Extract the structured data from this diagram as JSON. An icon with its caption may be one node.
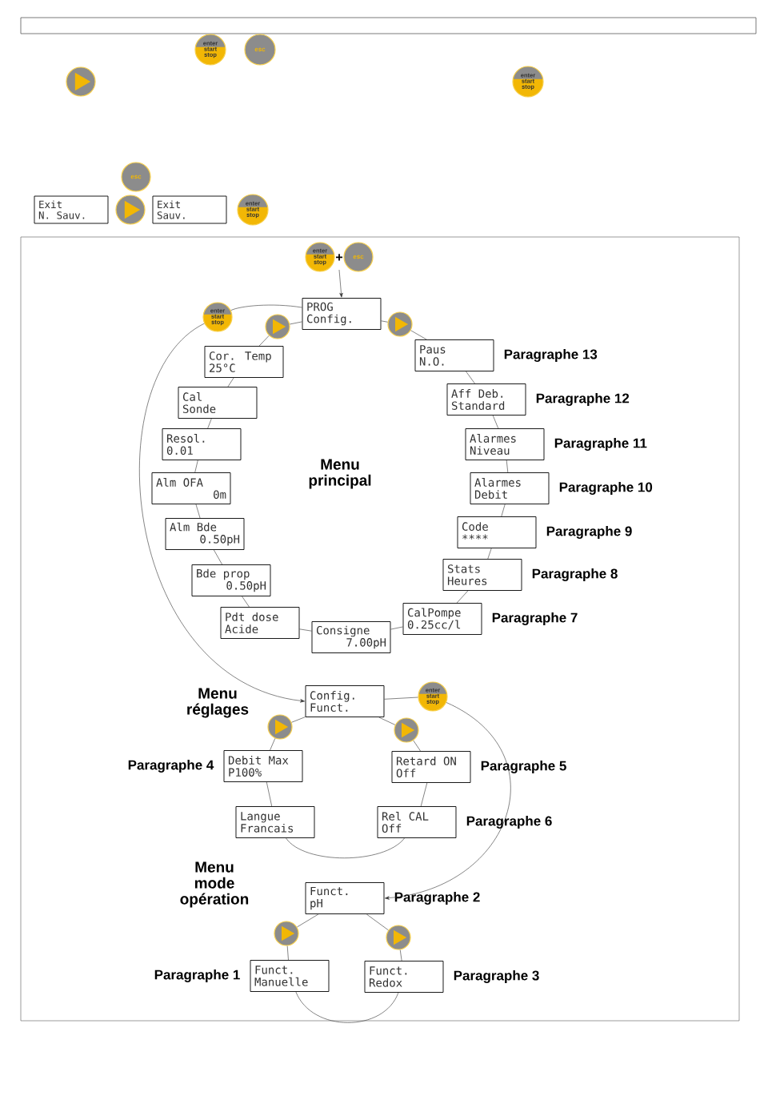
{
  "diagram": {
    "nodes": [
      {
        "text": [
          "enter start stop"
        ]
      },
      {
        "text": [
          "esc"
        ]
      },
      {
        "text": [],
        "shape": "circle"
      },
      {
        "text": [
          "enter start stop"
        ]
      },
      {
        "text": [
          "esc"
        ]
      },
      {
        "text": [
          "Exit",
          "N. Sauv."
        ]
      },
      {
        "text": [],
        "shape": "circle"
      },
      {
        "text": [
          "Exit",
          "Sauv."
        ]
      },
      {
        "text": [
          "enter start stop"
        ]
      },
      {
        "text": [
          "enter start stop"
        ]
      },
      {
        "text": [
          "esc"
        ]
      },
      {
        "text": [
          "PROG",
          "Config."
        ]
      },
      {
        "text": [],
        "shape": "circle"
      },
      {
        "text": [],
        "shape": "circle"
      },
      {
        "text": [
          "enter start stop"
        ]
      },
      {
        "text": [
          "Cor. Temp",
          "25°C"
        ]
      },
      {
        "text": [
          "Cal",
          "Sonde"
        ]
      },
      {
        "text": [
          "Resol.",
          "0.01"
        ]
      },
      {
        "text": [
          "Alm OFA",
          "0m"
        ]
      },
      {
        "text": [
          "Alm Bde",
          "0.50pH"
        ]
      },
      {
        "text": [
          "Bde prop",
          "0.50pH"
        ]
      },
      {
        "text": [
          "Pdt dose",
          "Acide"
        ]
      },
      {
        "text": [
          "Consigne",
          "7.00pH"
        ]
      },
      {
        "text": [
          "CalPompe",
          "0.25cc/l"
        ],
        "beside": [
          "Paragraphe 7"
        ]
      },
      {
        "text": [
          "Stats",
          "Heures"
        ],
        "beside": [
          "Paragraphe 8"
        ]
      },
      {
        "text": [
          "Code",
          "****"
        ],
        "beside": [
          "Paragraphe 9"
        ]
      },
      {
        "text": [
          "Alarmes",
          "Debit"
        ],
        "beside": [
          "Paragraphe 10"
        ]
      },
      {
        "text": [
          "Alarmes",
          "Niveau"
        ],
        "beside": [
          "Paragraphe 11"
        ]
      },
      {
        "text": [
          "Aff Deb.",
          "Standard"
        ],
        "beside": [
          "Paragraphe 12"
        ]
      },
      {
        "text": [
          "Paus",
          "N.O."
        ],
        "beside": [
          "Paragraphe 13"
        ]
      },
      {
        "text": [
          "Config.",
          "Funct."
        ]
      },
      {
        "text": [
          "enter start stop"
        ]
      },
      {
        "text": [],
        "shape": "circle"
      },
      {
        "text": [],
        "shape": "circle"
      },
      {
        "text": [
          "Debit Max",
          "P100%"
        ],
        "beside": [
          "Paragraphe 4"
        ]
      },
      {
        "text": [
          "Retard ON",
          "Off"
        ],
        "beside": [
          "Paragraphe 5"
        ]
      },
      {
        "text": [
          "Langue",
          "Francais"
        ]
      },
      {
        "text": [
          "Rel CAL",
          "Off"
        ],
        "beside": [
          "Paragraphe 6"
        ]
      },
      {
        "text": [
          "Funct.",
          "pH"
        ],
        "beside": [
          "Paragraphe 2"
        ]
      },
      {
        "text": [],
        "shape": "circle"
      },
      {
        "text": [],
        "shape": "circle"
      },
      {
        "text": [
          "Funct.",
          "Manuelle"
        ],
        "beside": [
          "Paragraphe 1"
        ]
      },
      {
        "text": [
          "Funct.",
          "Redox"
        ],
        "beside": [
          "Paragraphe 3"
        ]
      }
    ],
    "edges": [
      {
        "from": 9,
        "to": 11,
        "arrow": "to"
      },
      {
        "from": 10,
        "to": 11,
        "arrow": "to"
      },
      {
        "from": 11,
        "to": 13,
        "arrow": "none"
      },
      {
        "from": 13,
        "to": 29,
        "arrow": "none"
      },
      {
        "from": 29,
        "to": 28,
        "arrow": "none"
      },
      {
        "from": 28,
        "to": 27,
        "arrow": "none"
      },
      {
        "from": 27,
        "to": 26,
        "arrow": "none"
      },
      {
        "from": 26,
        "to": 25,
        "arrow": "none"
      },
      {
        "from": 25,
        "to": 24,
        "arrow": "none"
      },
      {
        "from": 24,
        "to": 23,
        "arrow": "none"
      },
      {
        "from": 23,
        "to": 22,
        "arrow": "none"
      },
      {
        "from": 22,
        "to": 21,
        "arrow": "none"
      },
      {
        "from": 21,
        "to": 20,
        "arrow": "none"
      },
      {
        "from": 20,
        "to": 19,
        "arrow": "none"
      },
      {
        "from": 19,
        "to": 18,
        "arrow": "none"
      },
      {
        "from": 18,
        "to": 17,
        "arrow": "none"
      },
      {
        "from": 17,
        "to": 16,
        "arrow": "none"
      },
      {
        "from": 16,
        "to": 15,
        "arrow": "none"
      },
      {
        "from": 15,
        "to": 12,
        "arrow": "none"
      },
      {
        "from": 12,
        "to": 11,
        "arrow": "none"
      },
      {
        "from": 11,
        "to": 14,
        "arrow": "none"
      },
      {
        "from": 14,
        "to": 30,
        "arrow": "to"
      },
      {
        "from": 30,
        "to": 33,
        "arrow": "none"
      },
      {
        "from": 33,
        "to": 35,
        "arrow": "none"
      },
      {
        "from": 35,
        "to": 37,
        "arrow": "none"
      },
      {
        "from": 37,
        "to": 36,
        "arrow": "none"
      },
      {
        "from": 36,
        "to": 34,
        "arrow": "none"
      },
      {
        "from": 34,
        "to": 32,
        "arrow": "none"
      },
      {
        "from": 32,
        "to": 30,
        "arrow": "none"
      },
      {
        "from": 30,
        "to": 31,
        "arrow": "none"
      },
      {
        "from": 31,
        "to": 38,
        "arrow": "to"
      },
      {
        "from": 38,
        "to": 40,
        "arrow": "none"
      },
      {
        "from": 40,
        "to": 42,
        "arrow": "none"
      },
      {
        "from": 42,
        "to": 41,
        "arrow": "none"
      },
      {
        "from": 41,
        "to": 39,
        "arrow": "none"
      },
      {
        "from": 39,
        "to": 38,
        "arrow": "none"
      }
    ],
    "labels": [
      "+",
      "Menu principal",
      "Menu réglages",
      "Menu mode opération"
    ]
  }
}
